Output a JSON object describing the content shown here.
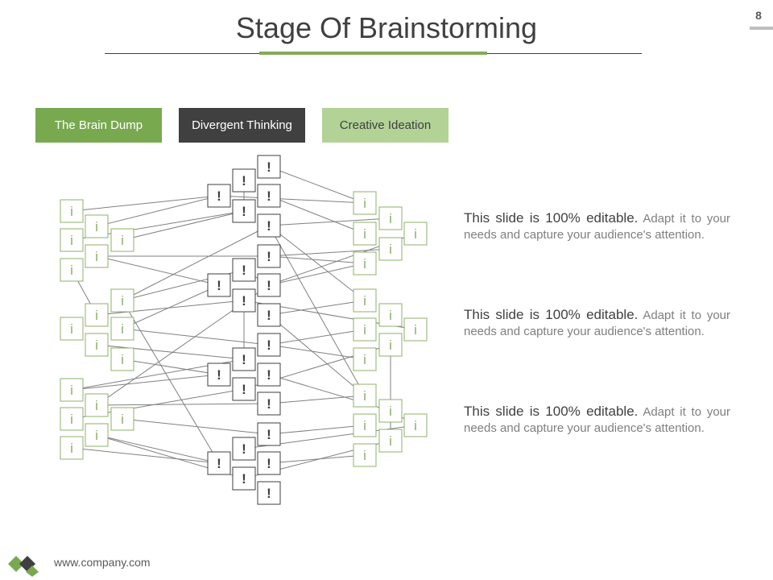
{
  "page": {
    "title": "Stage Of Brainstorming",
    "number": "8"
  },
  "tabs": [
    {
      "label": "The Brain Dump"
    },
    {
      "label": "Divergent Thinking"
    },
    {
      "label": "Creative Ideation"
    }
  ],
  "diagram": {
    "info_glyph": "i",
    "idea_glyph": "!",
    "colors": {
      "info_green": "#8cb06a",
      "idea_dark": "#3f3f3f",
      "connector": "#808080"
    }
  },
  "paragraphs": [
    {
      "lead": "This slide is 100% editable.",
      "body": " Adapt it to your needs and capture your audience's attention."
    },
    {
      "lead": "This slide is 100% editable.",
      "body": " Adapt it to your needs and capture your audience's attention."
    },
    {
      "lead": "This slide is 100% editable.",
      "body": " Adapt it to your needs and capture your audience's attention."
    }
  ],
  "footer": {
    "url": "www.company.com",
    "logo_icon": "company-logo-icon"
  },
  "colors": {
    "accent_green": "#86a95c",
    "tab_green": "#78a94f",
    "tab_dark": "#404040",
    "tab_light_green": "#b3d296"
  }
}
